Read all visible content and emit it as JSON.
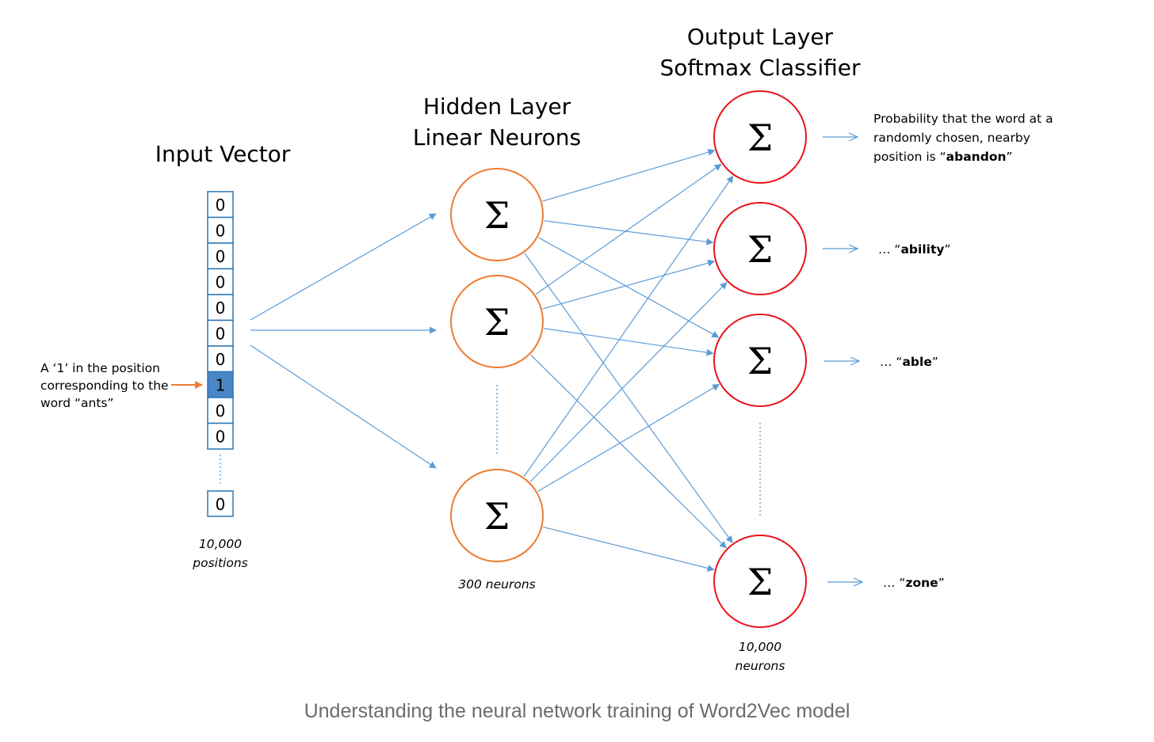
{
  "input": {
    "title": "Input Vector",
    "cells": [
      "0",
      "0",
      "0",
      "0",
      "0",
      "0",
      "0",
      "1",
      "0",
      "0"
    ],
    "last_cell": "0",
    "active_index": 7,
    "count_line1": "10,000",
    "count_line2": "positions",
    "annotation_lines": [
      "A ‘1’ in the position",
      "corresponding to the",
      "word “ants”"
    ]
  },
  "hidden": {
    "title_line1": "Hidden Layer",
    "title_line2": "Linear Neurons",
    "symbol": "Σ",
    "count": "300 neurons"
  },
  "output": {
    "title_line1": "Output Layer",
    "title_line2": "Softmax Classifier",
    "symbol": "Σ",
    "count_line1": "10,000",
    "count_line2": "neurons",
    "prob_line1": "Probability that the word at a",
    "prob_line2": "randomly chosen, nearby",
    "prob_line3_prefix": "position is “",
    "prob_word0": "abandon",
    "prob_line3_suffix": "”",
    "labels": [
      {
        "prefix": "… “",
        "word": "ability",
        "suffix": "”"
      },
      {
        "prefix": "… “",
        "word": "able",
        "suffix": "”"
      },
      {
        "prefix": "… “",
        "word": "zone",
        "suffix": "”"
      }
    ]
  },
  "colors": {
    "edge": "#5b9bd5",
    "hidden_neuron": "#ed7d31",
    "output_neuron": "#e8141c",
    "input_cell_border": "#2e75b6",
    "active_cell_fill": "#4a86c5",
    "annotation_arrow": "#ed7d31"
  },
  "caption": "Understanding the neural network training of Word2Vec model"
}
